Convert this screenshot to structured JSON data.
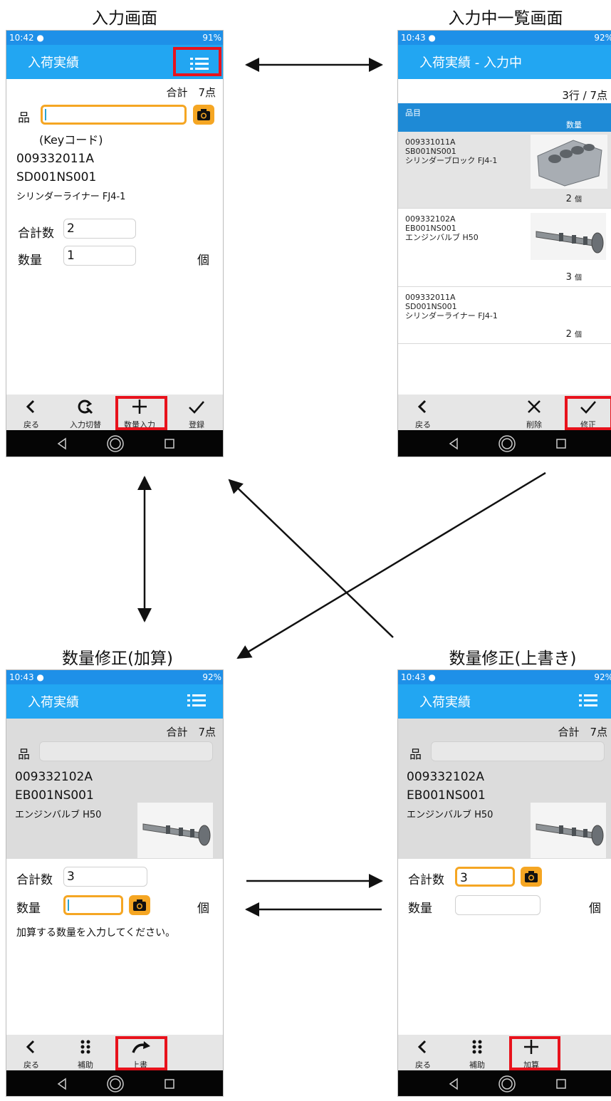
{
  "captions": {
    "input": "入力画面",
    "list": "入力中一覧画面",
    "add": "数量修正(加算)",
    "overwrite": "数量修正(上書き)"
  },
  "screen_input": {
    "time": "10:42",
    "status_right": "91%",
    "title": "入荷実績",
    "total": "合計　7点",
    "item_label": "品",
    "key_hint": "(Keyコード)",
    "code1": "009332011A",
    "code2": "SD001NS001",
    "name": "シリンダーライナー FJ4-1",
    "sum_label": "合計数",
    "sum_value": "2",
    "qty_label": "数量",
    "qty_value": "1",
    "unit": "個",
    "buttons": [
      "戻る",
      "入力切替",
      "数量入力",
      "登録"
    ]
  },
  "screen_list": {
    "time": "10:43",
    "status_right": "92%",
    "title": "入荷実績 - 入力中",
    "count": "3行 / 7点",
    "col_item": "品目",
    "col_qty": "数量",
    "rows": [
      {
        "code1": "009331011A",
        "code2": "SB001NS001",
        "name": "シリンダーブロック FJ4-1",
        "qty": "2",
        "unit": "個",
        "image": "cylinder-block"
      },
      {
        "code1": "009332102A",
        "code2": "EB001NS001",
        "name": "エンジンバルブ H50",
        "qty": "3",
        "unit": "個",
        "image": "engine-valve"
      },
      {
        "code1": "009332011A",
        "code2": "SD001NS001",
        "name": "シリンダーライナー FJ4-1",
        "qty": "2",
        "unit": "個",
        "image": ""
      }
    ],
    "buttons": [
      "戻る",
      "削除",
      "修正"
    ]
  },
  "screen_add": {
    "time": "10:43",
    "status_right": "92%",
    "title": "入荷実績",
    "total": "合計　7点",
    "item_label": "品",
    "code1": "009332102A",
    "code2": "EB001NS001",
    "name": "エンジンバルブ H50",
    "sum_label": "合計数",
    "sum_value": "3",
    "qty_label": "数量",
    "qty_value": "",
    "unit": "個",
    "message": "加算する数量を入力してください。",
    "buttons": [
      "戻る",
      "補助",
      "上書"
    ]
  },
  "screen_overwrite": {
    "time": "10:43",
    "status_right": "92%",
    "title": "入荷実績",
    "total": "合計　7点",
    "item_label": "品",
    "code1": "009332102A",
    "code2": "EB001NS001",
    "name": "エンジンバルブ H50",
    "sum_label": "合計数",
    "sum_value": "3",
    "qty_label": "数量",
    "qty_value": "",
    "unit": "個",
    "buttons": [
      "戻る",
      "補助",
      "加算"
    ]
  },
  "colors": {
    "appbar": "#22a6f2",
    "highlight": "#e8121c",
    "focus": "#f5a623"
  }
}
